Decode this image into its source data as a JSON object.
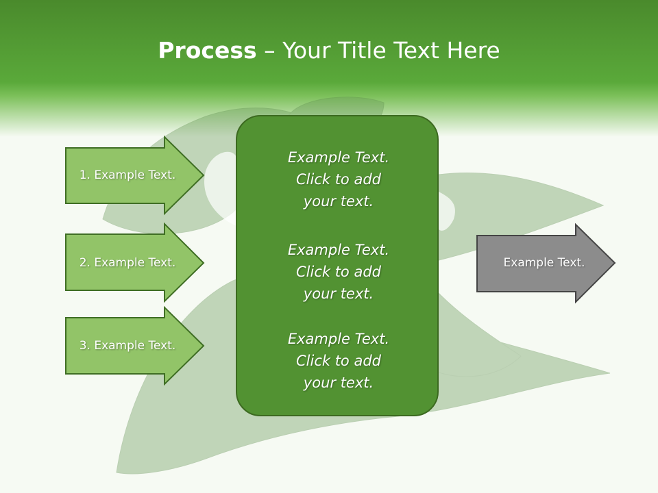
{
  "title": {
    "bold": "Process",
    "rest": " – Your Title Text Here"
  },
  "inputs": [
    {
      "label": "1. Example Text."
    },
    {
      "label": "2. Example Text."
    },
    {
      "label": "3. Example Text."
    }
  ],
  "center": {
    "blocks": [
      {
        "lines": [
          "Example Text.",
          "Click  to add",
          "your text."
        ]
      },
      {
        "lines": [
          "Example Text.",
          "Click  to add",
          "your text."
        ]
      },
      {
        "lines": [
          "Example Text.",
          "Click  to add",
          "your text."
        ]
      }
    ]
  },
  "output": {
    "label": "Example Text."
  },
  "colors": {
    "title_band": "#5aa93a",
    "input_arrow_fill": "#92c468",
    "input_arrow_stroke": "#3f6e24",
    "center_box_fill": "#529232",
    "output_arrow_fill": "#8c8c8c",
    "output_arrow_stroke": "#444444",
    "leaf": "#6a9a5a"
  }
}
